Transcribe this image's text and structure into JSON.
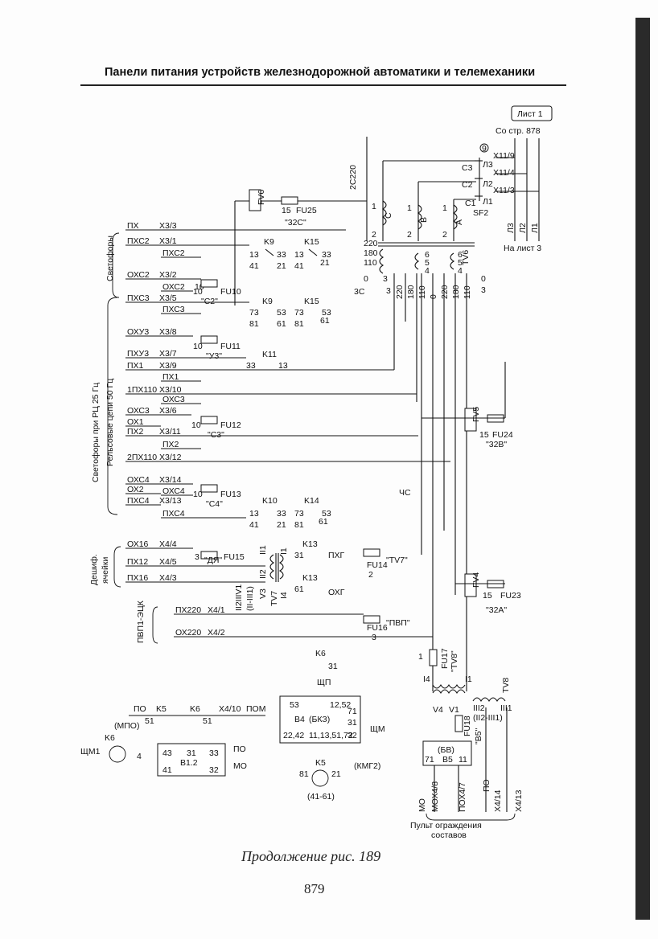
{
  "header": {
    "title": "Панели питания устройств железнодорожной автоматики и телемеханики"
  },
  "sheet": {
    "label": "Лист 1",
    "from_page": "Со стр. 878",
    "to_sheet": "На лист 3",
    "circle_num": "9"
  },
  "top_right": {
    "x11_9": "X11/9",
    "x11_4": "X11/4",
    "x11_3": "X11/3",
    "c3": "C3",
    "l3": "Л3",
    "c2": "C2",
    "l2": "Л2",
    "c1": "C1",
    "l1": "Л1",
    "sf2": "SF2",
    "a": "A",
    "b": "B",
    "c": "C",
    "out_l3": "Л3",
    "out_l2": "Л2",
    "out_l1": "Л1",
    "c220": "2C220",
    "tv6": "TV6"
  },
  "left_groups": {
    "svetofory": "Светофоры",
    "svetofory_rc": "Светофоры при РЦ 25 Гц",
    "rels": "Рельсовые цепи 50 Гц",
    "deshifr": "Дешиф. ячейки",
    "pvp": "ПВП1-ЭЦК"
  },
  "wires": [
    {
      "name": "ПХ",
      "x": "X3/3"
    },
    {
      "name": "ПХС2",
      "x": "X3/1"
    },
    {
      "name": "ПХС2",
      "x": ""
    },
    {
      "name": "ОХС2",
      "x": "X3/2"
    },
    {
      "name": "ОХС2",
      "x": "10"
    },
    {
      "name": "ПХС3",
      "x": "X3/5"
    },
    {
      "name": "ПХС3",
      "x": ""
    },
    {
      "name": "ОХУ3",
      "x": "X3/8"
    },
    {
      "name": "ПХУ3",
      "x": "X3/7"
    },
    {
      "name": "ПХ1",
      "x": "X3/9"
    },
    {
      "name": "ПХ1",
      "x": ""
    },
    {
      "name": "1ПХ110",
      "x": "X3/10"
    },
    {
      "name": "ОХС3",
      "x": ""
    },
    {
      "name": "ОХС3",
      "x": "X3/6"
    },
    {
      "name": "ОХ1",
      "x": ""
    },
    {
      "name": "ПХ2",
      "x": "X3/11"
    },
    {
      "name": "ПХ2",
      "x": ""
    },
    {
      "name": "2ПХ110",
      "x": "X3/12"
    },
    {
      "name": "ОХС4",
      "x": "X3/14"
    },
    {
      "name": "ОХ2",
      "x": ""
    },
    {
      "name": "ОХС4",
      "x": ""
    },
    {
      "name": "ПХС4",
      "x": "X3/13"
    },
    {
      "name": "ПХС4",
      "x": ""
    },
    {
      "name": "ОХ16",
      "x": "X4/4"
    },
    {
      "name": "ПХ12",
      "x": "X4/5"
    },
    {
      "name": "ПХ16",
      "x": "X4/3"
    },
    {
      "name": "ПХ220",
      "x": "X4/1"
    },
    {
      "name": "ОХ220",
      "x": "X4/2"
    }
  ],
  "fuses": {
    "fu10": "FU10",
    "c2": "\"C2\"",
    "fu11": "FU11",
    "u3": "\"У3\"",
    "fu12": "FU12",
    "c3": "\"C3\"",
    "fu13": "FU13",
    "c4": "\"C4\"",
    "fu15": "FU15",
    "dya": "\"ДЯ\"",
    "fu14": "FU14",
    "tv7": "\"TV7\"",
    "fu16": "FU16",
    "pvp": "\"ПВП\"",
    "fu17": "FU17",
    "tv8q": "\"TV8\"",
    "fu18": "FU18",
    "b5q": "\"B5\"",
    "fu23": "FU23",
    "z2a": "\"32А\"",
    "fu24": "FU24",
    "z2b": "\"32В\"",
    "fu25": "FU25",
    "z2c": "\"32С\"",
    "fv4": "FV4",
    "fv5": "FV5",
    "fv6": "FV6",
    "n15": "15",
    "n10": "10",
    "n3": "3",
    "n2": "2",
    "n1": "1"
  },
  "relays": {
    "k9": "K9",
    "k15": "K15",
    "k11": "K11",
    "k10": "K10",
    "k14": "K14",
    "k13": "K13",
    "k6": "K6",
    "k5": "K5"
  },
  "contacts": {
    "c13": "13",
    "c33": "33",
    "c41": "41",
    "c21": "21",
    "c73": "73",
    "c53": "53",
    "c81": "81",
    "c61": "61",
    "c31": "31",
    "c71": "71"
  },
  "transformer_taps": {
    "t220": "220",
    "t180": "180",
    "t110": "110",
    "t0": "0",
    "t3": "3",
    "t4": "4",
    "t5": "5",
    "t6": "6",
    "n3c": "3C",
    "t1": "1",
    "t2": "2"
  },
  "misc": {
    "phg": "ПХГ",
    "ohg": "ОХГ",
    "chs": "ЧС",
    "tv7": "TV7",
    "v3": "V3",
    "ii1": "II1",
    "i1": "I1",
    "ii2": "II2",
    "i4": "I4",
    "ii2iv1": "II2IIIV1",
    "ii_iii": "(II-III1)",
    "tv8": "TV8",
    "v4": "V4",
    "v1": "V1",
    "iii2": "III2",
    "iii1": "III1",
    "ii2_iii1": "(II2-III1)",
    "i4b": "I4",
    "i1b": "I1",
    "mo": "МО",
    "po": "ПО",
    "mo_x": "МОХ4/8",
    "po_x": "ПОХ4/7",
    "x4_14": "X4/14",
    "x4_13": "X4/13",
    "pult": "Пульт ограждения",
    "sostavov": "составов",
    "bv": "(БВ)",
    "b5": "B5",
    "b5_71": "71",
    "b5_11": "11",
    "k6mpo": "(МПО)",
    "schm1": "ЩМ1",
    "c4": "4",
    "c43": "43",
    "c41b": "41",
    "b12": "B1.2",
    "c33b": "33",
    "c32": "32",
    "po2": "ПО",
    "mo2": "МО",
    "po_top": "ПО",
    "k5a": "K5",
    "k6a": "K6",
    "c51a": "51",
    "c51b": "51",
    "c31b": "31",
    "x4_10": "X4/10",
    "pom": "ПОМ",
    "schp": "ЩП",
    "b4": "B4",
    "bkz": "(БКЗ)",
    "c53b": "53",
    "c12_52": "12,52",
    "c71b": "71",
    "c31c": "31",
    "c22": "22,42",
    "c11": "11,13,51,72",
    "c32b": "32",
    "schm": "ЩМ",
    "k5b": "K5",
    "c81b": "81",
    "c21b": "21",
    "kmg2": "(КМГ2)",
    "r4161": "(41-61)"
  },
  "caption": "Продолжение рис. 189",
  "page_number": "879"
}
